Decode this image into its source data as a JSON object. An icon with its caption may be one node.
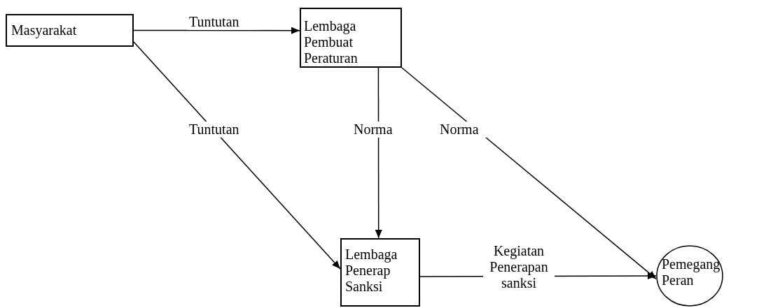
{
  "diagram": {
    "nodes": [
      {
        "text": [
          "Masyarakat"
        ]
      },
      {
        "text": [
          "Lembaga Pembuat Peraturan"
        ]
      },
      {
        "text": [
          "Lembaga Penerap Sanksi"
        ]
      },
      {
        "text": [
          "Pemegang Peran"
        ]
      }
    ],
    "edges": [
      {
        "from": 0,
        "to": 1,
        "arrow": "to",
        "label": "Tuntutan"
      },
      {
        "from": 0,
        "to": 2,
        "arrow": "to",
        "label": "Tuntutan"
      },
      {
        "from": 1,
        "to": 2,
        "arrow": "to",
        "label": "Norma"
      },
      {
        "from": 1,
        "to": 3,
        "arrow": "to",
        "label": "Norma"
      },
      {
        "from": 2,
        "to": 3,
        "arrow": "to",
        "label": "Kegiatan Penerapan sanksi"
      }
    ]
  }
}
